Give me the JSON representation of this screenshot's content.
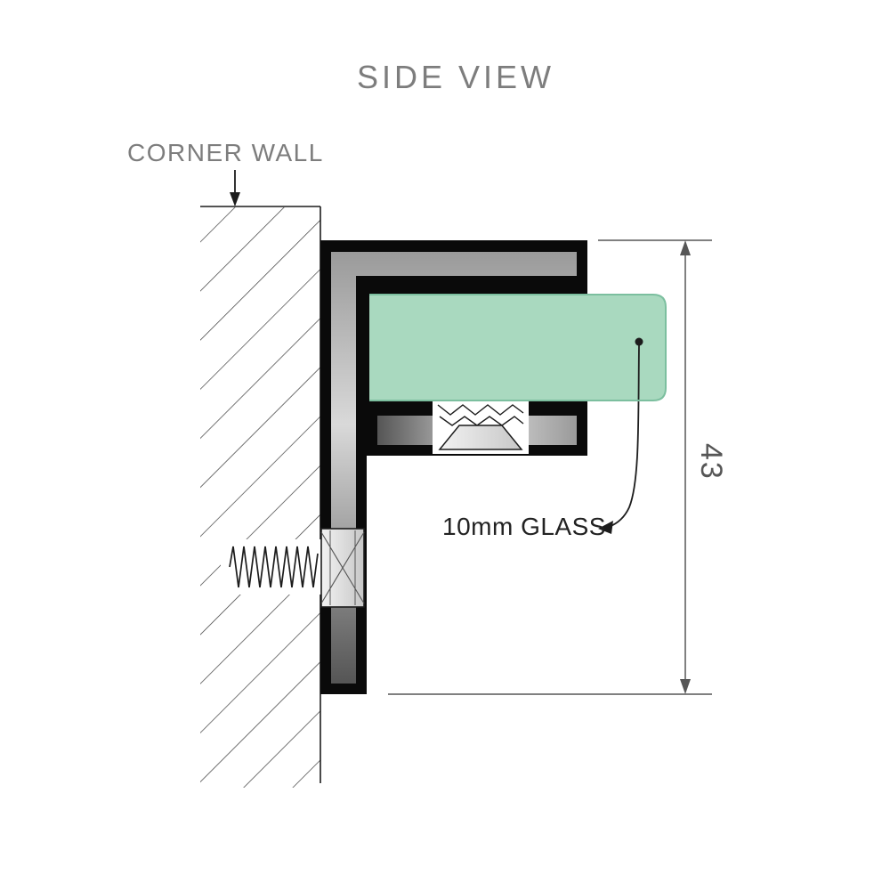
{
  "title": "SIDE VIEW",
  "annotations": {
    "corner_wall_label": "CORNER WALL",
    "glass_label": "10mm GLASS",
    "dimension_value": "43"
  },
  "colors": {
    "background": "#ffffff",
    "label_gray": "#7d7d7d",
    "label_dark": "#222222",
    "dim_gray": "#565656",
    "line": "#1c1c1c",
    "bracket_black": "#0a0a0a",
    "metal_dark": "#555555",
    "metal_light": "#d9d9d9",
    "metal_mid": "#9a9a9a",
    "pocket_light": "#f2f2f2",
    "pocket_shade": "#c7c7c7",
    "glass_fill": "#a9d9bf",
    "glass_stroke": "#7cbf9f",
    "hatch_line": "#3a3a3a"
  }
}
